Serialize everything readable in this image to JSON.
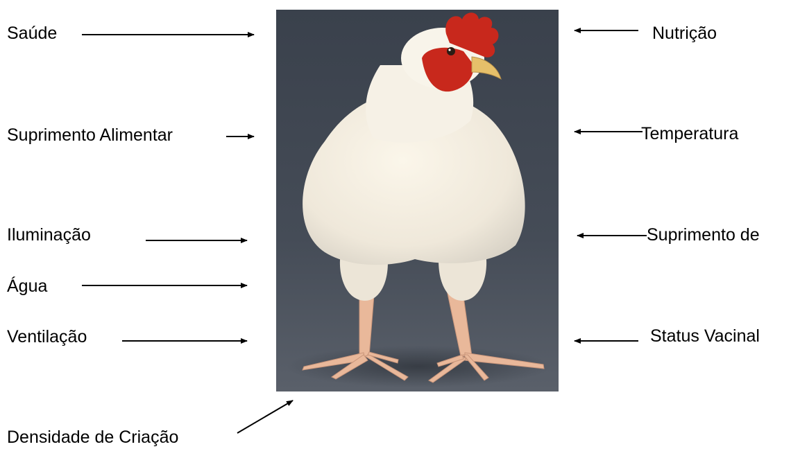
{
  "factors_left": {
    "saude": "Saúde",
    "suprimento_alimentar": "Suprimento Alimentar",
    "iluminacao": "Iluminação",
    "agua": "Água",
    "ventilacao": "Ventilação"
  },
  "factors_right": {
    "nutricao": "Nutrição",
    "temperatura": "Temperatura",
    "suprimento_de": "Suprimento de",
    "status_vacinal": "Status Vacinal"
  },
  "factor_bottom": {
    "densidade": "Densidade de Criação"
  },
  "image": {
    "subject": "white broiler chicken",
    "background_color": "#3e4550",
    "feather_color": "#f4efe6",
    "comb_color": "#c8281c",
    "leg_color": "#e9b89a"
  },
  "arrow_color": "#000000"
}
